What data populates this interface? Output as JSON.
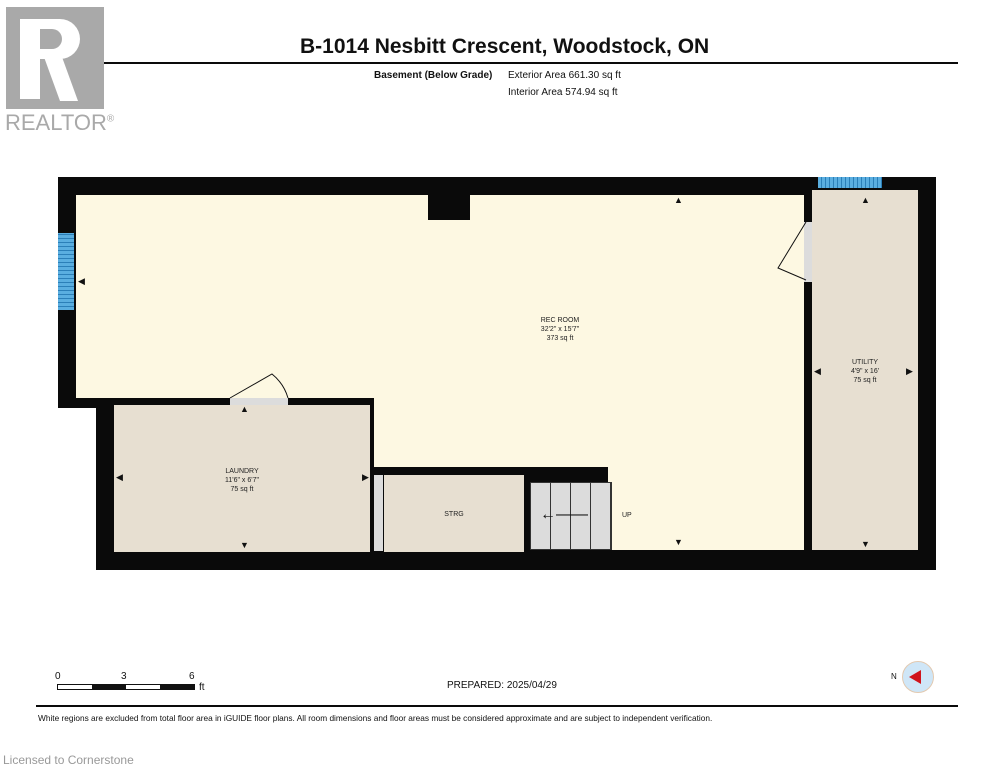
{
  "logo": {
    "text": "REALTOR",
    "mark": "®"
  },
  "header": {
    "title": "B-1014 Nesbitt Crescent, Woodstock, ON",
    "level": "Basement (Below Grade)",
    "exterior": "Exterior Area 661.30 sq ft",
    "interior": "Interior Area 574.94 sq ft"
  },
  "rooms": {
    "rec": {
      "name": "REC ROOM",
      "dims": "32'2\" x 15'7\"",
      "area": "373 sq ft"
    },
    "utility": {
      "name": "UTILITY",
      "dims": "4'9\" x 16'",
      "area": "75 sq ft"
    },
    "laundry": {
      "name": "LAUNDRY",
      "dims": "11'6\" x 6'7\"",
      "area": "75 sq ft"
    },
    "storage": {
      "name": "STRG"
    },
    "stairs": {
      "label": "UP"
    }
  },
  "scale": {
    "t0": "0",
    "t3": "3",
    "t6": "6",
    "unit": "ft"
  },
  "prepared": "PREPARED: 2025/04/29",
  "compass": {
    "north": "N"
  },
  "disclaimer": "White regions are excluded from total floor area in iGUIDE floor plans. All room dimensions and floor areas must be considered approximate and are subject to independent verification.",
  "license": "Licensed to Cornerstone"
}
